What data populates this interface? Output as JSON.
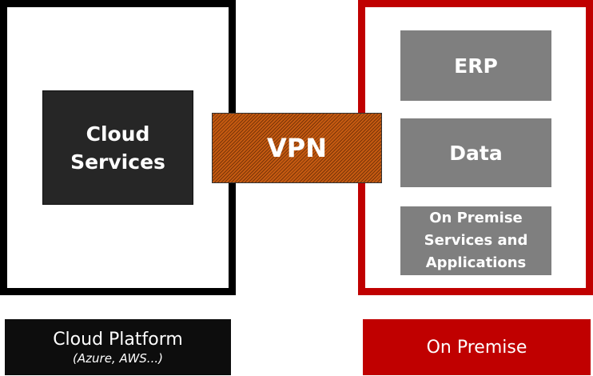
{
  "colors": {
    "cloud_frame": "#000000",
    "premise_frame": "#c00000",
    "cloud_services": "#262626",
    "vpn": "#c55a11",
    "premise_blocks": "#7f7f7f"
  },
  "cloud": {
    "services": "Cloud Services",
    "label": "Cloud Platform",
    "sublabel": "(Azure, AWS...)"
  },
  "vpn": {
    "label": "VPN"
  },
  "premise": {
    "blocks": [
      "ERP",
      "Data",
      "On Premise Services and Applications"
    ],
    "label": "On Premise"
  }
}
